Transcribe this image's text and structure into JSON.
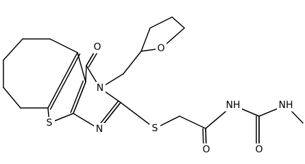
{
  "structure": {
    "atom_labels": {
      "O_ring": "O",
      "O_carbonyl_top": "O",
      "N_pyrimidine_3": "N",
      "S_thiophene": "S",
      "N_pyrimidine_1": "N",
      "S_thioether": "S",
      "NH_amide": "NH",
      "NH_methyl": "NH",
      "O_amide": "O",
      "O_urea": "O"
    },
    "colors": {
      "bond": "#000000",
      "label": "#000000",
      "background": "#ffffff"
    }
  }
}
